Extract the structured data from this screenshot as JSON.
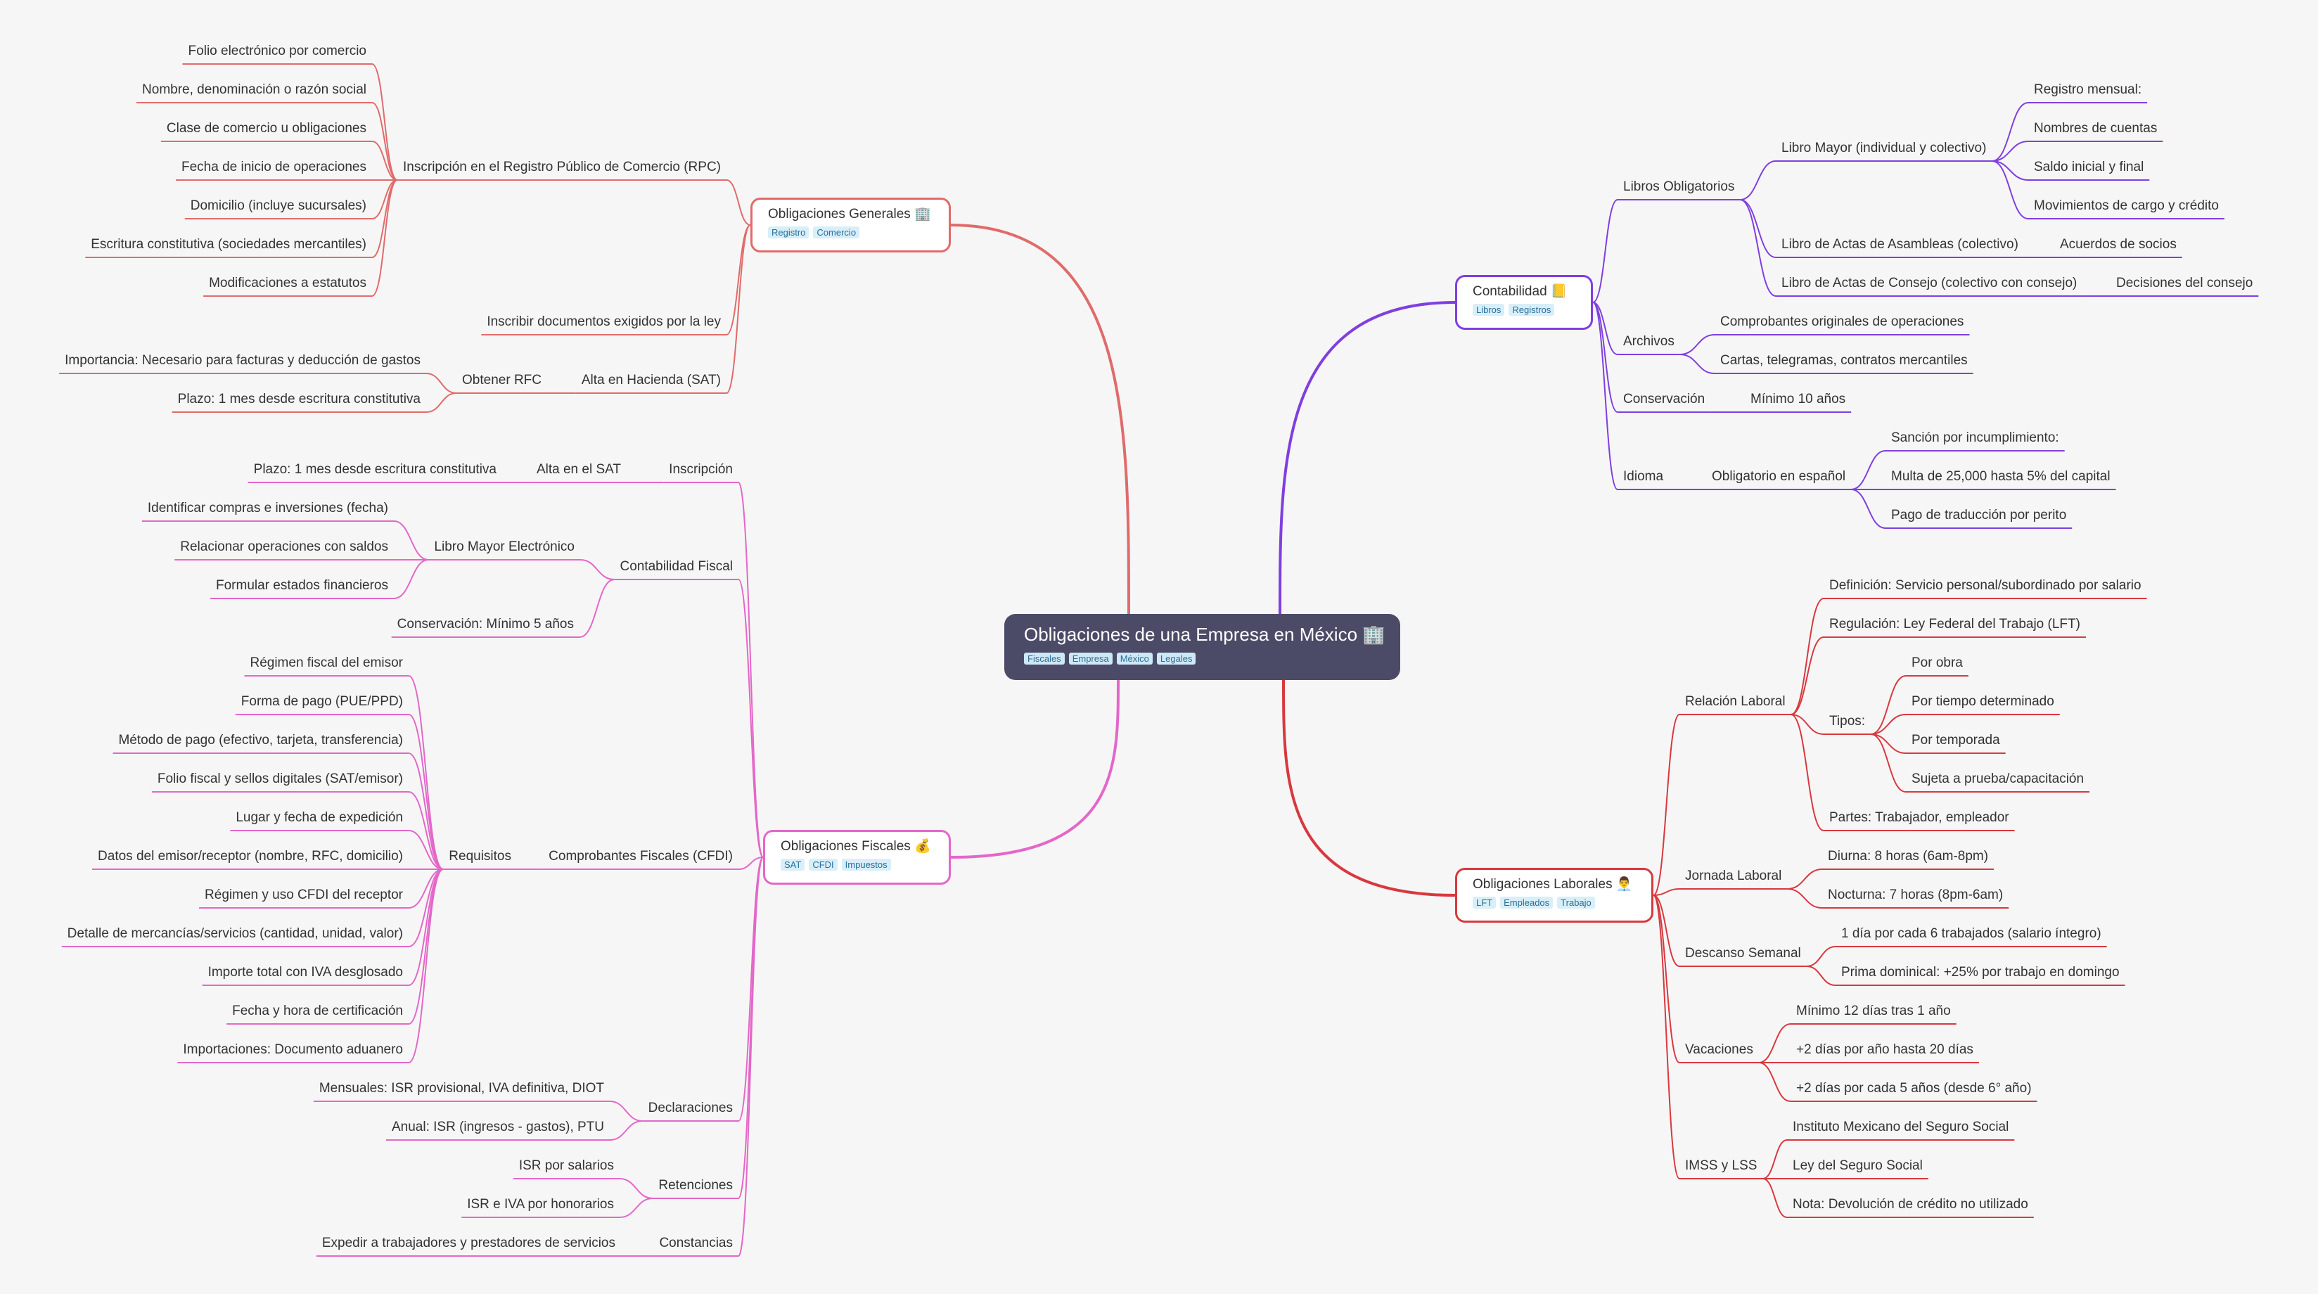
{
  "root": {
    "title": "Obligaciones de una Empresa en México 🏢",
    "tags": [
      "Fiscales",
      "Empresa",
      "México",
      "Legales"
    ]
  },
  "colors": {
    "generales": "#e06b6b",
    "fiscales": "#e367c9",
    "contabilidad": "#7f3fe0",
    "laborales": "#d8383f",
    "root": "#4b4b67"
  },
  "branches": {
    "generales": {
      "title": "Obligaciones Generales 🏢",
      "tags": [
        "Registro",
        "Comercio"
      ],
      "rpc": {
        "label": "Inscripción en el Registro Público de Comercio (RPC)",
        "items": [
          "Folio electrónico por comercio",
          "Nombre, denominación o razón social",
          "Clase de comercio u obligaciones",
          "Fecha de inicio de operaciones",
          "Domicilio (incluye sucursales)",
          "Escritura constitutiva (sociedades mercantiles)",
          "Modificaciones a estatutos"
        ]
      },
      "inscribir": "Inscribir documentos exigidos por la ley",
      "hacienda": {
        "label": "Alta en Hacienda (SAT)",
        "rfc": {
          "label": "Obtener RFC",
          "items": [
            "Importancia: Necesario para facturas y deducción de gastos",
            "Plazo: 1 mes desde escritura constitutiva"
          ]
        }
      }
    },
    "fiscales": {
      "title": "Obligaciones Fiscales 💰",
      "tags": [
        "SAT",
        "CFDI",
        "Impuestos"
      ],
      "inscripcion": {
        "label": "Inscripción",
        "alta": "Alta en el SAT",
        "plazo": "Plazo: 1 mes desde escritura constitutiva"
      },
      "contabilidad": {
        "label": "Contabilidad Fiscal",
        "libro": {
          "label": "Libro Mayor Electrónico",
          "items": [
            "Identificar compras e inversiones (fecha)",
            "Relacionar operaciones con saldos",
            "Formular estados financieros"
          ]
        },
        "conservacion": "Conservación: Mínimo 5 años"
      },
      "cfdi": {
        "label": "Comprobantes Fiscales (CFDI)",
        "requisitos": {
          "label": "Requisitos",
          "items": [
            "Régimen fiscal del emisor",
            "Forma de pago (PUE/PPD)",
            "Método de pago (efectivo, tarjeta, transferencia)",
            "Folio fiscal y sellos digitales (SAT/emisor)",
            "Lugar y fecha de expedición",
            "Datos del emisor/receptor (nombre, RFC, domicilio)",
            "Régimen y uso CFDI del receptor",
            "Detalle de mercancías/servicios (cantidad, unidad, valor)",
            "Importe total con IVA desglosado",
            "Fecha y hora de certificación",
            "Importaciones: Documento aduanero"
          ]
        }
      },
      "declaraciones": {
        "label": "Declaraciones",
        "items": [
          "Mensuales: ISR provisional, IVA definitiva, DIOT",
          "Anual: ISR (ingresos - gastos), PTU"
        ]
      },
      "retenciones": {
        "label": "Retenciones",
        "items": [
          "ISR por salarios",
          "ISR e IVA por honorarios"
        ]
      },
      "constancias": {
        "label": "Constancias",
        "items": [
          "Expedir a trabajadores y prestadores de servicios"
        ]
      }
    },
    "contabilidad": {
      "title": "Contabilidad 📒",
      "tags": [
        "Libros",
        "Registros"
      ],
      "libros": {
        "label": "Libros Obligatorios",
        "mayor": {
          "label": "Libro Mayor (individual y colectivo)",
          "items": [
            "Registro mensual:",
            "Nombres de cuentas",
            "Saldo inicial y final",
            "Movimientos de cargo y crédito"
          ]
        },
        "asambleas": {
          "label": "Libro de Actas de Asambleas (colectivo)",
          "item": "Acuerdos de socios"
        },
        "consejo": {
          "label": "Libro de Actas de Consejo (colectivo con consejo)",
          "item": "Decisiones del consejo"
        }
      },
      "archivos": {
        "label": "Archivos",
        "items": [
          "Comprobantes originales de operaciones",
          "Cartas, telegramas, contratos mercantiles"
        ]
      },
      "conservacion": {
        "label": "Conservación",
        "item": "Mínimo 10 años"
      },
      "idioma": {
        "label": "Idioma",
        "obligatorio": {
          "label": "Obligatorio en español",
          "items": [
            "Sanción por incumplimiento:",
            "Multa de 25,000 hasta 5% del capital",
            "Pago de traducción por perito"
          ]
        }
      }
    },
    "laborales": {
      "title": "Obligaciones Laborales 👨‍💼",
      "tags": [
        "LFT",
        "Empleados",
        "Trabajo"
      ],
      "relacion": {
        "label": "Relación Laboral",
        "definicion": "Definición: Servicio personal/subordinado por salario",
        "regulacion": "Regulación: Ley Federal del Trabajo (LFT)",
        "tipos": {
          "label": "Tipos:",
          "items": [
            "Por obra",
            "Por tiempo determinado",
            "Por temporada",
            "Sujeta a prueba/capacitación"
          ]
        },
        "partes": "Partes: Trabajador, empleador"
      },
      "jornada": {
        "label": "Jornada Laboral",
        "items": [
          "Diurna: 8 horas (6am-8pm)",
          "Nocturna: 7 horas (8pm-6am)"
        ]
      },
      "descanso": {
        "label": "Descanso Semanal",
        "items": [
          "1 día por cada 6 trabajados (salario íntegro)",
          "Prima dominical: +25% por trabajo en domingo"
        ]
      },
      "vacaciones": {
        "label": "Vacaciones",
        "items": [
          "Mínimo 12 días tras 1 año",
          "+2 días por año hasta 20 días",
          "+2 días por cada 5 años (desde 6° año)"
        ]
      },
      "imss": {
        "label": "IMSS y LSS",
        "items": [
          "Instituto Mexicano del Seguro Social",
          "Ley del Seguro Social",
          "Nota: Devolución de crédito no utilizado"
        ]
      }
    }
  }
}
